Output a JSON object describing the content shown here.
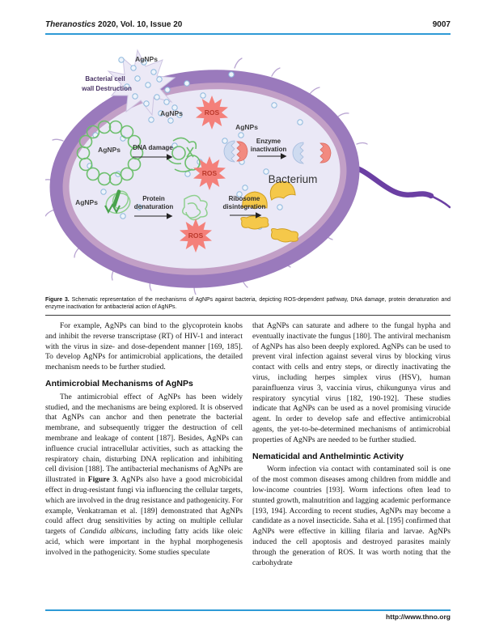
{
  "header": {
    "journal_name": "Theranostics",
    "issue_info": " 2020, Vol. 10, Issue 20",
    "page_number": "9007"
  },
  "figure": {
    "labels": {
      "agnps_top": "AgNPs",
      "wall_destruction_line1": "Bacterial cell",
      "wall_destruction_line2": "wall Destruction",
      "agnps_inner": "AgNPs",
      "ros": "ROS",
      "agnps_dna": "AgNPs",
      "dna_damage": "DNA damage",
      "agnps_enzyme": "AgNPs",
      "enzyme_line1": "Enzyme",
      "enzyme_line2": "inactivation",
      "bacterium": "Bacterium",
      "agnps_protein": "AgNPs",
      "protein_line1": "Protein",
      "protein_line2": "denaturation",
      "ribosome_line1": "Ribosome",
      "ribosome_line2": "disintegration"
    },
    "caption_label": "Figure 3.",
    "caption_text": " Schematic representation of the mechanisms of AgNPs against bacteria, depicting ROS-dependent pathway, DNA damage, protein denaturation and enzyme inactivation for antibacterial action of AgNPs."
  },
  "body": {
    "left": {
      "para1": "For example, AgNPs can bind to the glycoprotein knobs and inhibit the reverse transcriptase (RT) of HIV-1 and interact with the virus in size- and dose-dependent manner [169, 185]. To develop AgNPs for antimicrobial applications, the detailed mechanism needs to be further studied.",
      "heading": "Antimicrobial Mechanisms of AgNPs",
      "para2_a": "The antimicrobial effect of AgNPs has been widely studied, and the mechanisms are being explored. It is observed that AgNPs can anchor and then penetrate the bacterial membrane, and subsequently trigger the destruction of cell membrane and leakage of content [187]. Besides, AgNPs can influence crucial intracellular activities, such as attacking the respiratory chain, disturbing DNA replication and inhibiting cell division [188]. The antibacterial mechanisms of AgNPs are illustrated in ",
      "para2_bold": "Figure 3",
      "para2_b": ". AgNPs also have a good microbicidal effect in drug-resistant fungi via influencing the cellular targets, which are involved in the drug resistance and pathogenicity. For example, Venkatraman et al. [189] demonstrated that AgNPs could affect drug sensitivities by acting on multiple cellular targets of ",
      "para2_italic": "Candida albicans",
      "para2_c": ", including fatty acids like oleic acid, which were important in the hyphal morphogenesis involved in the pathogenicity. Some studies speculate"
    },
    "right": {
      "para1": "that AgNPs can saturate and adhere to the fungal hypha and eventually inactivate the fungus [180]. The antiviral mechanism of AgNPs has also been deeply explored. AgNPs can be used to prevent viral infection against several virus by blocking virus contact with cells and entry steps, or directly inactivating the virus, including herpes simplex virus (HSV), human parainfluenza virus 3, vaccinia virus, chikungunya virus and respiratory syncytial virus [182, 190-192]. These studies indicate that AgNPs can be used as a novel promising virucide agent. In order to develop safe and effective antimicrobial agents, the yet-to-be-determined mechanisms of antimicrobial properties of AgNPs are needed to be further studied.",
      "heading": "Nematicidal and Anthelmintic Activity",
      "para2": "Worm infection via contact with contaminated soil is one of the most common diseases among children from middle and low-income countries [193]. Worm infections often lead to stunted growth, malnutrition and lagging academic performance [193, 194]. According to recent studies, AgNPs may become a candidate as a novel insecticide. Saha et al. [195] confirmed that AgNPs were effective in killing filaria and larvae. AgNPs induced the cell apoptosis and destroyed parasites mainly through the generation of ROS. It was worth noting that the carbohydrate"
    }
  },
  "footer": {
    "url": "http://www.thno.org"
  },
  "colors": {
    "accent_blue": "#2e9ad6",
    "membrane_outer": "#9a7abc",
    "membrane_inner_ring": "#c29fc6",
    "cytoplasm": "#eae8f6",
    "flagellum": "#6b3fa3",
    "ros_star": "#f4807a",
    "ros_text": "#bb3a2c",
    "dna_green": "#6dbf6d",
    "ribosome_yellow": "#f5c84a",
    "enzyme_blue": "#cedbf0",
    "enzyme_red": "#f28a80",
    "agnp_fill": "#eef4fb",
    "agnp_stroke": "#8fb9dd"
  }
}
